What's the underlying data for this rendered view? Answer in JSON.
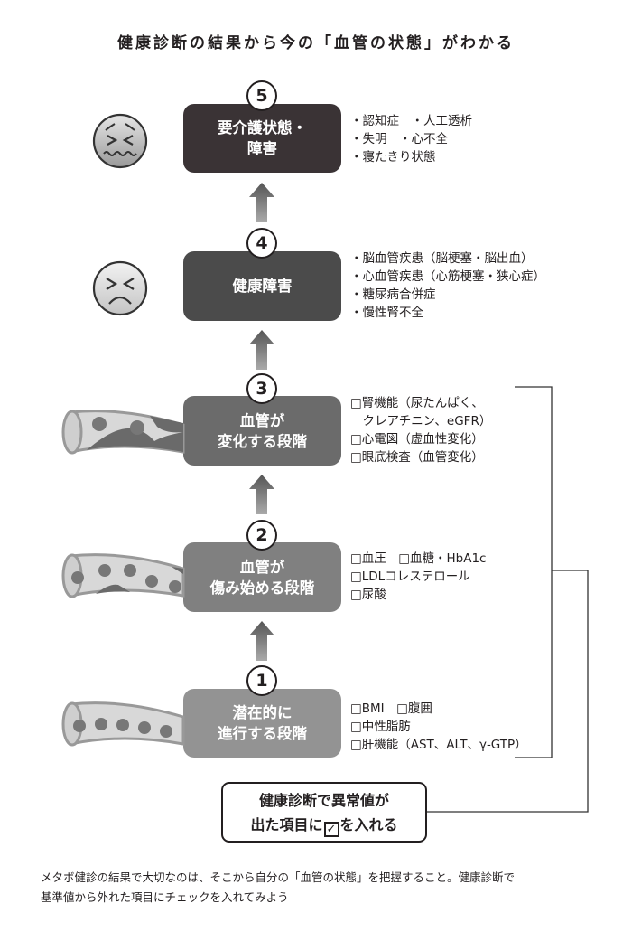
{
  "title": "健康診断の結果から今の「血管の状態」がわかる",
  "stages": [
    {
      "number": "5",
      "label": "要介護状態・\n障害",
      "color": "#3a3335",
      "icon": "distressed-face-icon",
      "items": [
        "・認知症　・人工透析",
        "・失明　・心不全",
        "・寝たきり状態"
      ]
    },
    {
      "number": "4",
      "label": "健康障害",
      "color": "#4b4b4b",
      "icon": "frowning-face-icon",
      "items": [
        "・脳血管疾患（脳梗塞・脳出血）",
        "・心血管疾患（心筋梗塞・狭心症）",
        "・糖尿病合併症",
        "・慢性腎不全"
      ]
    },
    {
      "number": "3",
      "label": "血管が\n変化する段階",
      "color": "#6b6b6b",
      "icon": "blood-vessel-plaque-icon",
      "items": [
        "□腎機能（尿たんぱく、",
        "　クレアチニン、eGFR）",
        "□心電図（虚血性変化）",
        "□眼底検査（血管変化）"
      ]
    },
    {
      "number": "2",
      "label": "血管が\n傷み始める段階",
      "color": "#808080",
      "icon": "blood-vessel-damage-icon",
      "items": [
        "□血圧　□血糖・HbA1c",
        "□LDLコレステロール",
        "□尿酸"
      ]
    },
    {
      "number": "1",
      "label": "潜在的に\n進行する段階",
      "color": "#939393",
      "icon": "blood-vessel-healthy-icon",
      "items": [
        "□BMI　□腹囲",
        "□中性脂肪",
        "□肝機能（AST、ALT、γ-GTP）"
      ]
    }
  ],
  "note_box": {
    "line1": "健康診断で異常値が",
    "line2_before": "出た項目に",
    "check_mark": "✓",
    "line2_after": "を入れる"
  },
  "caption": {
    "line1": "メタボ健診の結果で大切なのは、そこから自分の「血管の状態」を把握すること。健康診断で",
    "line2": "基準値から外れた項目にチェックを入れてみよう"
  }
}
